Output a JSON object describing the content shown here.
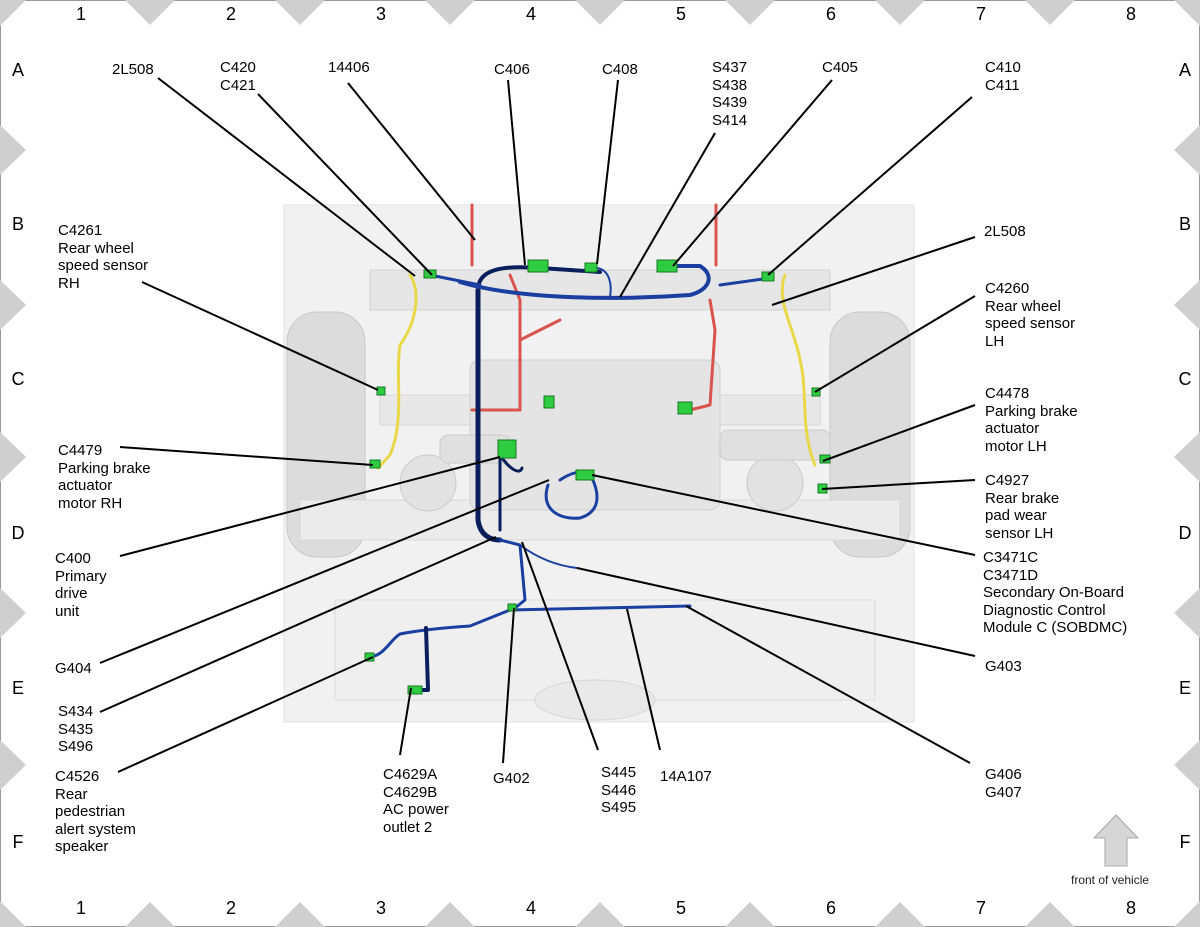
{
  "grid": {
    "columns": [
      "1",
      "2",
      "3",
      "4",
      "5",
      "6",
      "7",
      "8"
    ],
    "rows": [
      "A",
      "B",
      "C",
      "D",
      "E",
      "F"
    ]
  },
  "colors": {
    "harness_blue": "#1a3fa0",
    "harness_dark": "#0a1e5c",
    "harness_red": "#d9534f",
    "harness_yellow": "#e8d84a",
    "connector_green": "#2ecc40",
    "chevron_gray": "#cfcfcf",
    "arrow_gray": "#d6d6d6"
  },
  "labels": {
    "l_2l508_rh": [
      "2L508"
    ],
    "l_c420": [
      "C420",
      "C421"
    ],
    "l_14406": [
      "14406"
    ],
    "l_c406": [
      "C406"
    ],
    "l_c408": [
      "C408"
    ],
    "l_s437": [
      "S437",
      "S438",
      "S439",
      "S414"
    ],
    "l_c405": [
      "C405"
    ],
    "l_c410": [
      "C410",
      "C411"
    ],
    "l_c4261": [
      "C4261",
      "Rear wheel",
      "speed sensor",
      "RH"
    ],
    "l_2l508_lh": [
      "2L508"
    ],
    "l_c4260": [
      "C4260",
      "Rear wheel",
      "speed sensor",
      "LH"
    ],
    "l_c4478": [
      "C4478",
      "Parking brake",
      "actuator",
      "motor LH"
    ],
    "l_c4479": [
      "C4479",
      "Parking brake",
      "actuator",
      "motor RH"
    ],
    "l_c4927": [
      "C4927",
      "Rear brake",
      "pad wear",
      "sensor LH"
    ],
    "l_c400": [
      "C400",
      "Primary",
      "drive",
      "unit"
    ],
    "l_c3471": [
      "C3471C",
      "C3471D",
      "Secondary On-Board",
      "Diagnostic Control",
      "Module C (SOBDMC)"
    ],
    "l_g404": [
      "G404"
    ],
    "l_g403": [
      "G403"
    ],
    "l_s434": [
      "S434",
      "S435",
      "S496"
    ],
    "l_c4526": [
      "C4526",
      "Rear",
      "pedestrian",
      "alert system",
      "speaker"
    ],
    "l_c4629": [
      "C4629A",
      "C4629B",
      "AC power",
      "outlet 2"
    ],
    "l_g402": [
      "G402"
    ],
    "l_s445": [
      "S445",
      "S446",
      "S495"
    ],
    "l_14a107": [
      "14A107"
    ],
    "l_g406": [
      "G406",
      "G407"
    ]
  },
  "front_note": "front of vehicle"
}
